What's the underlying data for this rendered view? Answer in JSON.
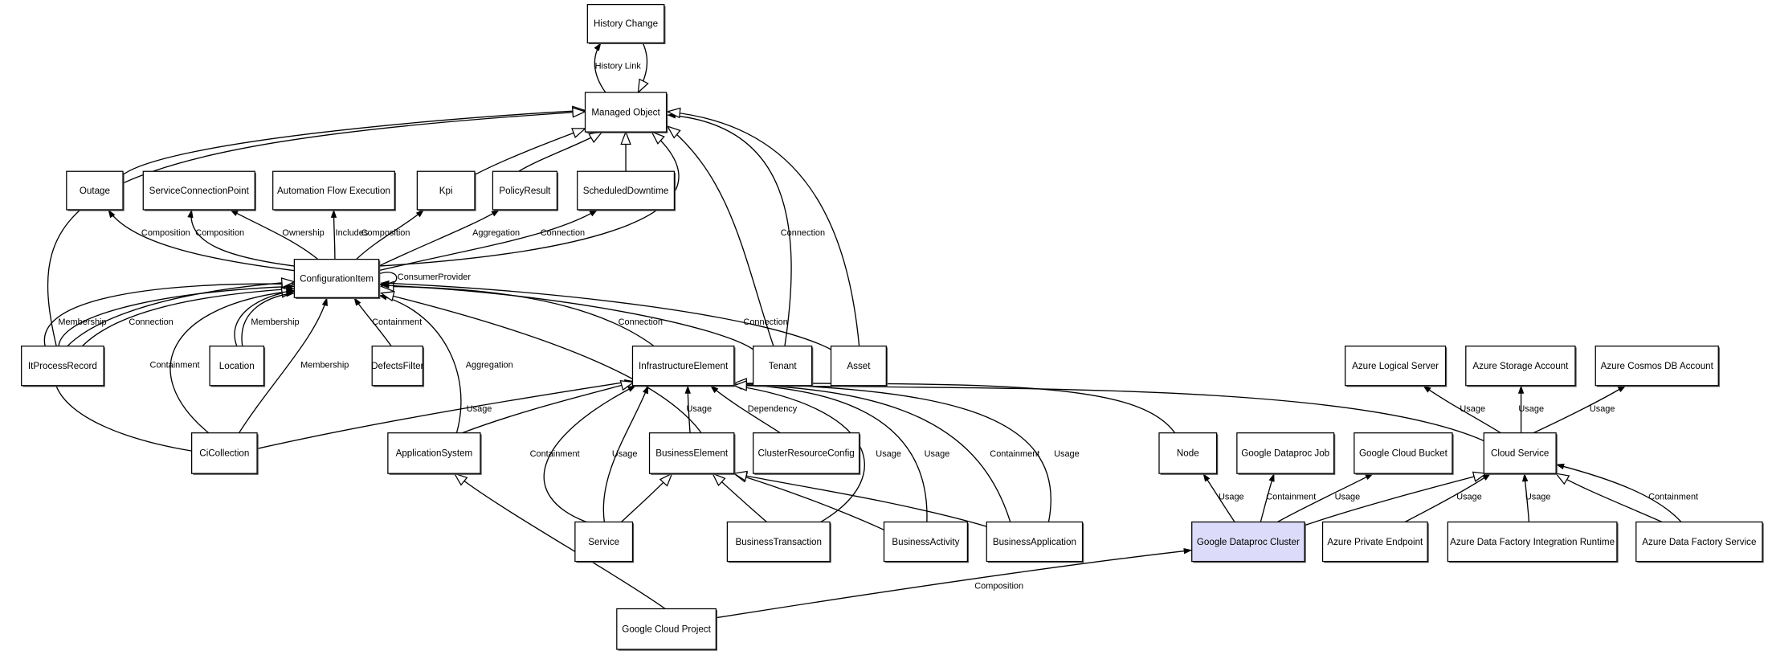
{
  "colors": {
    "highlight": "#dcdcfa",
    "box_fill": "#ffffff",
    "stroke": "#000000"
  },
  "nodes": [
    {
      "id": "history_change",
      "label": "History Change"
    },
    {
      "id": "managed_object",
      "label": "Managed Object"
    },
    {
      "id": "outage",
      "label": "Outage"
    },
    {
      "id": "service_connection_point",
      "label": "ServiceConnectionPoint"
    },
    {
      "id": "automation_flow_execution",
      "label": "Automation Flow Execution"
    },
    {
      "id": "kpi",
      "label": "Kpi"
    },
    {
      "id": "policy_result",
      "label": "PolicyResult"
    },
    {
      "id": "scheduled_downtime",
      "label": "ScheduledDowntime"
    },
    {
      "id": "configuration_item",
      "label": "ConfigurationItem"
    },
    {
      "id": "it_process_record",
      "label": "ItProcessRecord"
    },
    {
      "id": "location",
      "label": "Location"
    },
    {
      "id": "defects_filter",
      "label": "DefectsFilter"
    },
    {
      "id": "infrastructure_element",
      "label": "InfrastructureElement"
    },
    {
      "id": "tenant",
      "label": "Tenant"
    },
    {
      "id": "asset",
      "label": "Asset"
    },
    {
      "id": "azure_logical_server",
      "label": "Azure Logical Server"
    },
    {
      "id": "azure_storage_account",
      "label": "Azure Storage Account"
    },
    {
      "id": "azure_cosmos_db_account",
      "label": "Azure Cosmos DB Account"
    },
    {
      "id": "ci_collection",
      "label": "CiCollection"
    },
    {
      "id": "application_system",
      "label": "ApplicationSystem"
    },
    {
      "id": "business_element",
      "label": "BusinessElement"
    },
    {
      "id": "cluster_resource_config",
      "label": "ClusterResourceConfig"
    },
    {
      "id": "node",
      "label": "Node"
    },
    {
      "id": "google_dataproc_job",
      "label": "Google Dataproc Job"
    },
    {
      "id": "google_cloud_bucket",
      "label": "Google Cloud Bucket"
    },
    {
      "id": "cloud_service",
      "label": "Cloud Service"
    },
    {
      "id": "service",
      "label": "Service"
    },
    {
      "id": "business_transaction",
      "label": "BusinessTransaction"
    },
    {
      "id": "business_activity",
      "label": "BusinessActivity"
    },
    {
      "id": "business_application",
      "label": "BusinessApplication"
    },
    {
      "id": "google_dataproc_cluster",
      "label": "Google Dataproc Cluster",
      "highlighted": true
    },
    {
      "id": "azure_private_endpoint",
      "label": "Azure Private Endpoint"
    },
    {
      "id": "azure_data_factory_integration_runtime",
      "label": "Azure Data Factory Integration Runtime"
    },
    {
      "id": "azure_data_factory_service",
      "label": "Azure Data Factory Service"
    },
    {
      "id": "google_cloud_project",
      "label": "Google Cloud Project"
    }
  ],
  "edges": [
    {
      "from": "managed_object",
      "to": "history_change",
      "kind": "association",
      "label": "History Link"
    },
    {
      "from": "history_change",
      "to": "managed_object",
      "kind": "generalization",
      "label": ""
    },
    {
      "from": "outage",
      "to": "managed_object",
      "kind": "generalization",
      "label": ""
    },
    {
      "from": "it_process_record",
      "to": "managed_object",
      "kind": "generalization",
      "label": ""
    },
    {
      "from": "kpi",
      "to": "managed_object",
      "kind": "generalization",
      "label": ""
    },
    {
      "from": "policy_result",
      "to": "managed_object",
      "kind": "generalization",
      "label": ""
    },
    {
      "from": "scheduled_downtime",
      "to": "managed_object",
      "kind": "generalization",
      "label": ""
    },
    {
      "from": "configuration_item",
      "to": "managed_object",
      "kind": "generalization",
      "label": ""
    },
    {
      "from": "tenant",
      "to": "managed_object",
      "kind": "generalization",
      "label": ""
    },
    {
      "from": "tenant",
      "to": "managed_object",
      "kind": "association",
      "label": "Connection"
    },
    {
      "from": "asset",
      "to": "managed_object",
      "kind": "generalization",
      "label": ""
    },
    {
      "from": "configuration_item",
      "to": "outage",
      "kind": "association",
      "label": "Composition"
    },
    {
      "from": "configuration_item",
      "to": "service_connection_point",
      "kind": "association",
      "label": "Composition"
    },
    {
      "from": "configuration_item",
      "to": "service_connection_point",
      "kind": "association",
      "label": "Ownership"
    },
    {
      "from": "configuration_item",
      "to": "automation_flow_execution",
      "kind": "association",
      "label": "Includes"
    },
    {
      "from": "configuration_item",
      "to": "kpi",
      "kind": "association",
      "label": "Composition"
    },
    {
      "from": "configuration_item",
      "to": "policy_result",
      "kind": "association",
      "label": "Aggregation"
    },
    {
      "from": "configuration_item",
      "to": "scheduled_downtime",
      "kind": "association",
      "label": "Connection"
    },
    {
      "from": "configuration_item",
      "to": "configuration_item",
      "kind": "association",
      "label": "ConsumerProvider"
    },
    {
      "from": "it_process_record",
      "to": "configuration_item",
      "kind": "generalization",
      "label": ""
    },
    {
      "from": "it_process_record",
      "to": "configuration_item",
      "kind": "association",
      "label": "Membership"
    },
    {
      "from": "it_process_record",
      "to": "configuration_item",
      "kind": "association",
      "label": "Connection"
    },
    {
      "from": "location",
      "to": "configuration_item",
      "kind": "generalization",
      "label": ""
    },
    {
      "from": "location",
      "to": "configuration_item",
      "kind": "association",
      "label": "Membership"
    },
    {
      "from": "defects_filter",
      "to": "configuration_item",
      "kind": "association",
      "label": "Containment"
    },
    {
      "from": "ci_collection",
      "to": "configuration_item",
      "kind": "generalization",
      "label": ""
    },
    {
      "from": "ci_collection",
      "to": "configuration_item",
      "kind": "association",
      "label": "Containment"
    },
    {
      "from": "ci_collection",
      "to": "configuration_item",
      "kind": "association",
      "label": "Membership"
    },
    {
      "from": "application_system",
      "to": "configuration_item",
      "kind": "association",
      "label": "Aggregation"
    },
    {
      "from": "business_element",
      "to": "configuration_item",
      "kind": "generalization",
      "label": ""
    },
    {
      "from": "infrastructure_element",
      "to": "configuration_item",
      "kind": "generalization",
      "label": ""
    },
    {
      "from": "tenant",
      "to": "configuration_item",
      "kind": "association",
      "label": "Connection"
    },
    {
      "from": "asset",
      "to": "configuration_item",
      "kind": "association",
      "label": "Connection"
    },
    {
      "from": "ci_collection",
      "to": "infrastructure_element",
      "kind": "association",
      "label": "Usage"
    },
    {
      "from": "application_system",
      "to": "infrastructure_element",
      "kind": "generalization",
      "label": ""
    },
    {
      "from": "service",
      "to": "infrastructure_element",
      "kind": "association",
      "label": "Containment"
    },
    {
      "from": "service",
      "to": "infrastructure_element",
      "kind": "association",
      "label": "Usage"
    },
    {
      "from": "business_element",
      "to": "infrastructure_element",
      "kind": "association",
      "label": "Usage"
    },
    {
      "from": "cluster_resource_config",
      "to": "infrastructure_element",
      "kind": "association",
      "label": "Dependency"
    },
    {
      "from": "business_transaction",
      "to": "infrastructure_element",
      "kind": "association",
      "label": "Usage"
    },
    {
      "from": "business_activity",
      "to": "infrastructure_element",
      "kind": "association",
      "label": "Usage"
    },
    {
      "from": "business_application",
      "to": "infrastructure_element",
      "kind": "association",
      "label": "Containment"
    },
    {
      "from": "business_application",
      "to": "infrastructure_element",
      "kind": "association",
      "label": "Usage"
    },
    {
      "from": "node",
      "to": "infrastructure_element",
      "kind": "generalization",
      "label": ""
    },
    {
      "from": "cloud_service",
      "to": "infrastructure_element",
      "kind": "generalization",
      "label": ""
    },
    {
      "from": "service",
      "to": "business_element",
      "kind": "generalization",
      "label": ""
    },
    {
      "from": "business_transaction",
      "to": "business_element",
      "kind": "generalization",
      "label": ""
    },
    {
      "from": "business_activity",
      "to": "business_element",
      "kind": "generalization",
      "label": ""
    },
    {
      "from": "business_application",
      "to": "business_element",
      "kind": "generalization",
      "label": ""
    },
    {
      "from": "google_cloud_project",
      "to": "application_system",
      "kind": "generalization",
      "label": ""
    },
    {
      "from": "google_cloud_project",
      "to": "google_dataproc_cluster",
      "kind": "association",
      "label": "Composition"
    },
    {
      "from": "google_dataproc_cluster",
      "to": "node",
      "kind": "association",
      "label": "Usage"
    },
    {
      "from": "google_dataproc_cluster",
      "to": "google_dataproc_job",
      "kind": "association",
      "label": "Containment"
    },
    {
      "from": "google_dataproc_cluster",
      "to": "google_cloud_bucket",
      "kind": "association",
      "label": "Usage"
    },
    {
      "from": "google_dataproc_cluster",
      "to": "cloud_service",
      "kind": "generalization",
      "label": ""
    },
    {
      "from": "cloud_service",
      "to": "azure_logical_server",
      "kind": "association",
      "label": "Usage"
    },
    {
      "from": "cloud_service",
      "to": "azure_storage_account",
      "kind": "association",
      "label": "Usage"
    },
    {
      "from": "cloud_service",
      "to": "azure_cosmos_db_account",
      "kind": "association",
      "label": "Usage"
    },
    {
      "from": "azure_private_endpoint",
      "to": "cloud_service",
      "kind": "association",
      "label": "Usage"
    },
    {
      "from": "azure_data_factory_integration_runtime",
      "to": "cloud_service",
      "kind": "association",
      "label": "Usage"
    },
    {
      "from": "azure_data_factory_service",
      "to": "cloud_service",
      "kind": "generalization",
      "label": ""
    },
    {
      "from": "azure_data_factory_service",
      "to": "cloud_service",
      "kind": "association",
      "label": "Containment"
    }
  ]
}
